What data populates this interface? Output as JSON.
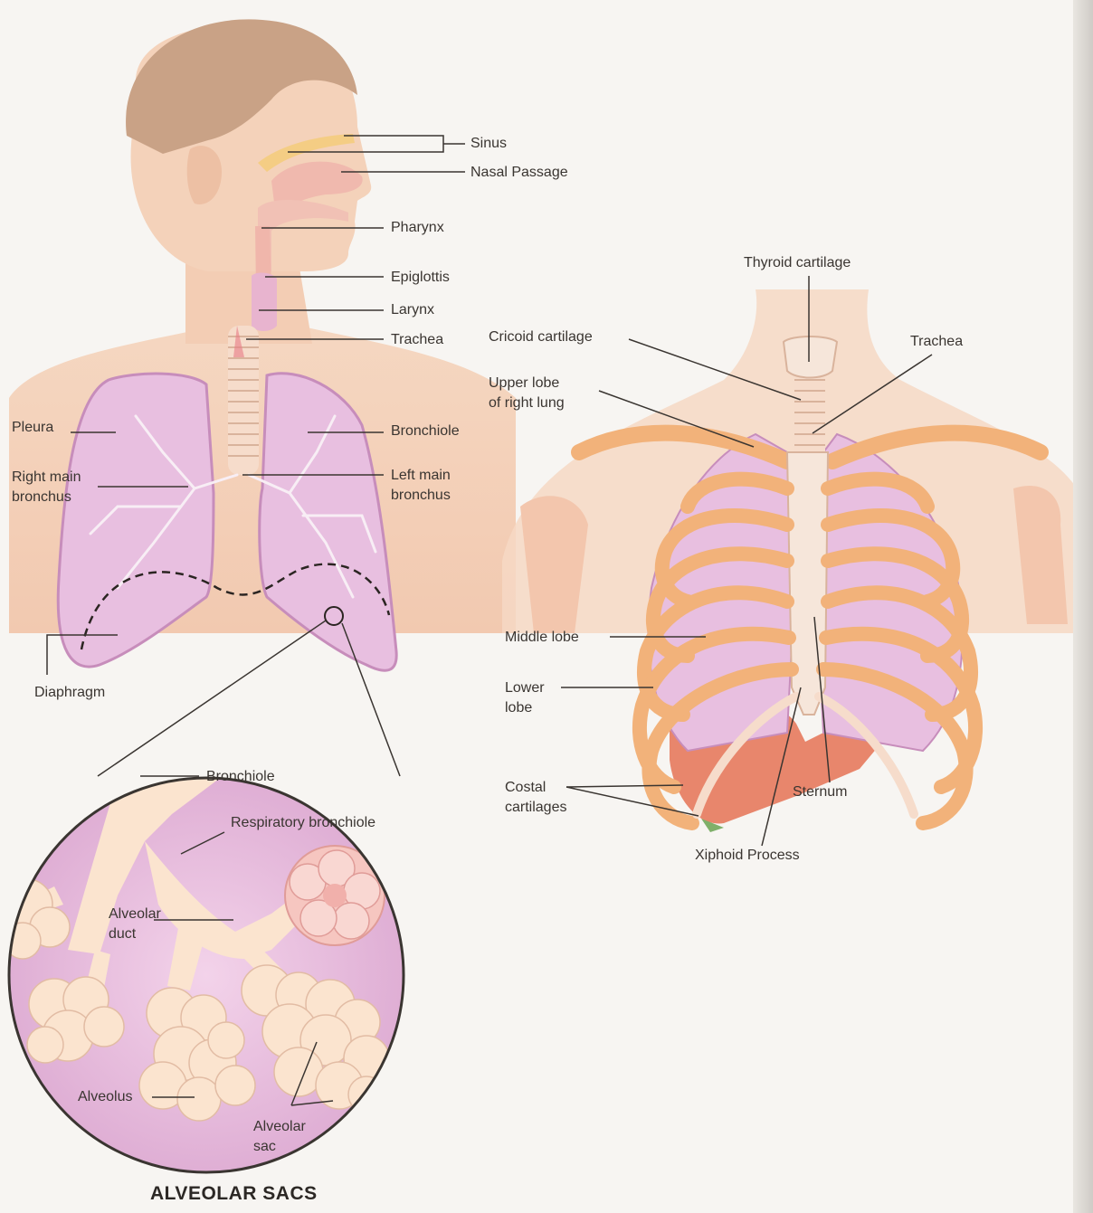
{
  "colors": {
    "background": "#f7f5f2",
    "skin": "#f3d2b8",
    "hair": "#c9a286",
    "lung": "#e8bfe0",
    "lung_outline": "#c78dbb",
    "bone": "#f2b27a",
    "bone_light": "#f6dcc8",
    "alveoli": "#fbe4cf",
    "zoom_bg": "#e5b6da",
    "diaphragm": "#e8866c",
    "line": "#3a3531"
  },
  "labels": {
    "sinus": "Sinus",
    "nasal_passage": "Nasal Passage",
    "pharynx": "Pharynx",
    "epiglottis": "Epiglottis",
    "larynx": "Larynx",
    "trachea_left": "Trachea",
    "pleura": "Pleura",
    "bronchiole_left": "Bronchiole",
    "right_main_bronchus": "Right main\nbronchus",
    "left_main_bronchus": "Left main\nbronchus",
    "diaphragm": "Diaphragm",
    "bronchiole_zoom": "Bronchiole",
    "respiratory_bronchiole": "Respiratory bronchiole",
    "alveolar_duct": "Alveolar\nduct",
    "alveolus": "Alveolus",
    "alveolar_sac": "Alveolar\nsac",
    "thyroid_cartilage": "Thyroid cartilage",
    "cricoid_cartilage": "Cricoid cartilage",
    "trachea_right": "Trachea",
    "upper_lobe": "Upper lobe\nof right lung",
    "middle_lobe": "Middle lobe",
    "lower_lobe": "Lower\nlobe",
    "costal_cartilages": "Costal\ncartilages",
    "sternum": "Sternum",
    "xiphoid_process": "Xiphoid Process"
  },
  "titles": {
    "alveolar_sacs": "ALVEOLAR SACS"
  }
}
